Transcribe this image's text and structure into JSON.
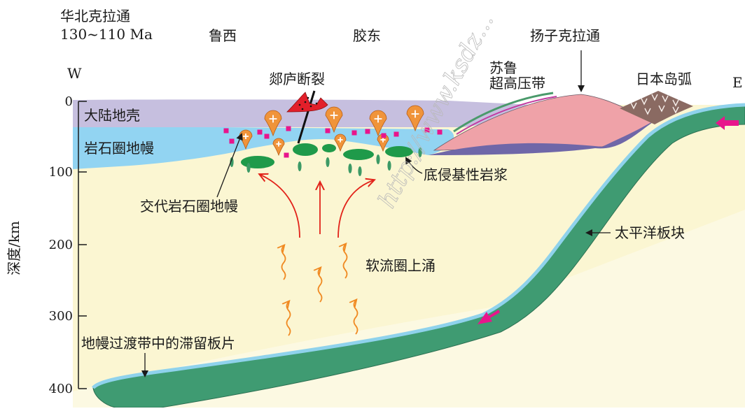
{
  "header": {
    "craton": "华北克拉通",
    "age": "130~110 Ma"
  },
  "regions": {
    "luxi": "鲁西",
    "jiaodong": "胶东",
    "yangtze": "扬子克拉通"
  },
  "directions": {
    "west": "W",
    "east": "E"
  },
  "axis": {
    "label": "深度/km",
    "ticks": [
      "0",
      "100",
      "200",
      "300",
      "400"
    ]
  },
  "labels": {
    "fault": "郯庐断裂",
    "sulu_1": "苏鲁",
    "sulu_2": "超高压带",
    "japan": "日本岛弧",
    "crust": "大陆地壳",
    "lithosphere": "岩石圈地幔",
    "underplating": "底侵基性岩浆",
    "metasomatized": "交代岩石圈地幔",
    "pacific": "太平洋板块",
    "upwelling": "软流圈上涌",
    "stagnant": "地幔过渡带中的滞留板片"
  },
  "watermark": "http://www.ksdz...",
  "colors": {
    "asthenosphere": "#fbf6d2",
    "crust": "#c6bfdf",
    "lithosphere": "#92d4f2",
    "slab": "#3f9b72",
    "slab_top": "#8fd2ec",
    "magma_green": "#1f9a4a",
    "orange_pluton": "#f0943a",
    "magenta": "#e8158c",
    "red_arrow": "#e2231a",
    "wavy_arrow": "#f08a22",
    "fault_red": "#e21f2a",
    "yangtze_pink": "#efa2a8",
    "sulu_purple": "#6f67a8",
    "japan_brown": "#8a6a62"
  }
}
